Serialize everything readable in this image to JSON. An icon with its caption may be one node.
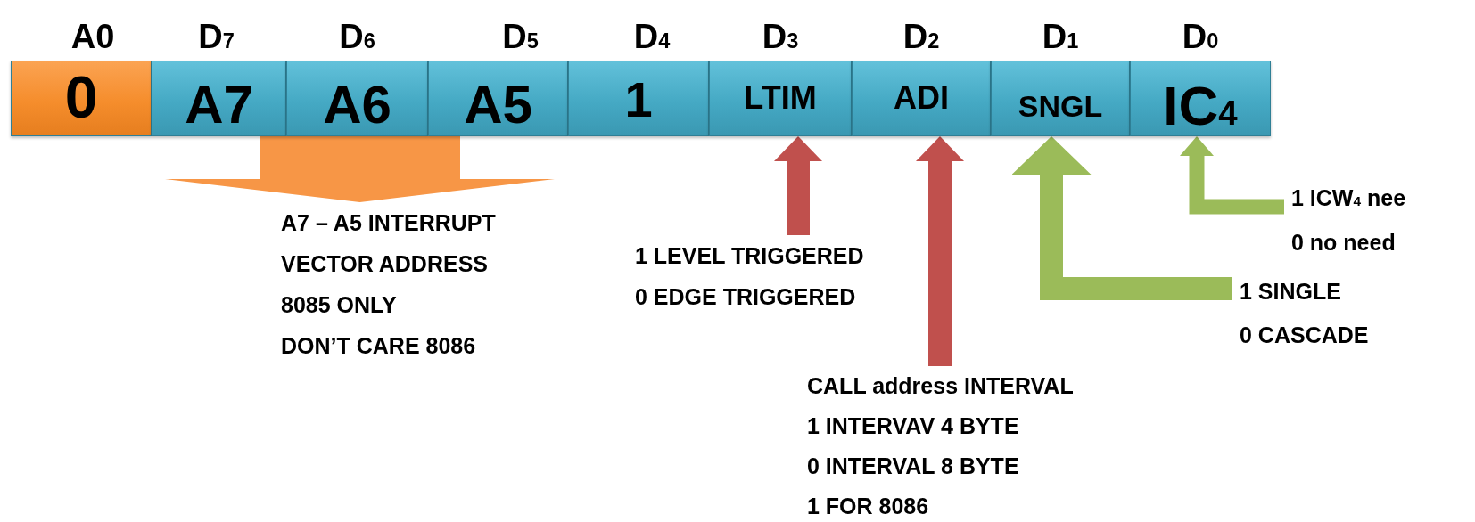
{
  "diagram": {
    "nodes": [
      {
        "text": [
          "A0",
          "0"
        ]
      },
      {
        "text": [
          "D$_{7}$",
          "A7"
        ]
      },
      {
        "text": [
          "D$_{6}$",
          "A6"
        ]
      },
      {
        "text": [
          "D$_{5}$",
          "A5"
        ]
      },
      {
        "text": [
          "D$_{4}$",
          "1"
        ]
      },
      {
        "text": [
          "D$_{3}$",
          "LTIM"
        ]
      },
      {
        "text": [
          "D$_{2}$",
          "ADI"
        ]
      },
      {
        "text": [
          "D$_{1}$",
          "SNGL"
        ]
      },
      {
        "text": [
          "D$_{0}$",
          "IC$_{4}$"
        ]
      },
      {
        "text": [
          "A7 – A5 INTERRUPT",
          "VECTOR ADDRESS",
          "8085 ONLY",
          "DON’T CARE 8086"
        ]
      },
      {
        "text": [
          "1 LEVEL TRIGGERED",
          "0 EDGE TRIGGERED"
        ]
      },
      {
        "text": [
          "CALL address INTERVAL",
          "1 INTERVAV 4 BYTE",
          "0 INTERVAL 8 BYTE",
          "1 FOR 8086"
        ]
      },
      {
        "text": [
          "1 SINGLE",
          "0 CASCADE"
        ]
      },
      {
        "text": [
          "1 ICW$_{4}$ nee",
          "0 no need"
        ]
      }
    ],
    "edges": [
      {
        "from": 1,
        "to": 9,
        "arrow": "to",
        "color": "#f79646"
      },
      {
        "from": 2,
        "to": 9,
        "arrow": "to",
        "color": "#f79646"
      },
      {
        "from": 3,
        "to": 9,
        "arrow": "to",
        "color": "#f79646"
      },
      {
        "from": 10,
        "to": 5,
        "arrow": "to",
        "color": "#c0504d"
      },
      {
        "from": 11,
        "to": 6,
        "arrow": "to",
        "color": "#c0504d"
      },
      {
        "from": 12,
        "to": 7,
        "arrow": "to",
        "color": "#9bbb59"
      },
      {
        "from": 13,
        "to": 8,
        "arrow": "to",
        "color": "#9bbb59"
      }
    ]
  }
}
